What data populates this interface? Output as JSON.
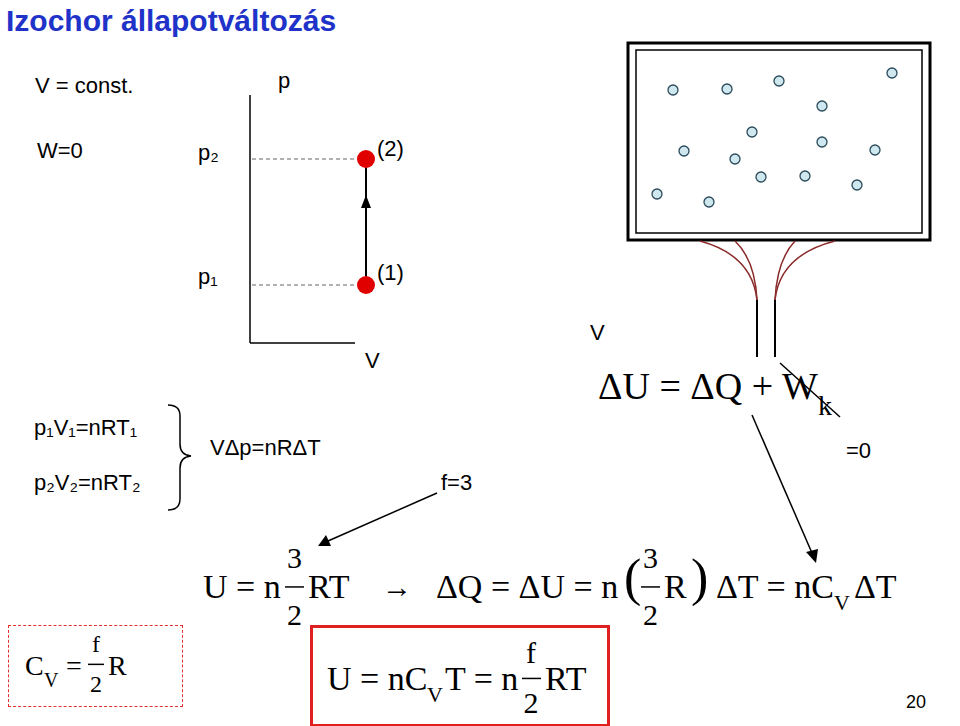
{
  "diagram": {
    "title": "Izochor állapotváltozás",
    "nodes": [
      {
        "text": [
          "C",
          "V",
          "=",
          "f",
          "2",
          "R"
        ]
      },
      {
        "text": [
          "U = nC",
          "V",
          "T = n",
          "f",
          "2",
          "RT"
        ]
      }
    ],
    "labels": [
      "V = const.",
      "p",
      "W=0",
      "p₂",
      "(2)",
      "p₁",
      "(1)",
      "V",
      "V",
      "ΔU = ΔQ + W",
      "k",
      "p₁V₁=nRT₁",
      "p₂V₂=nRT₂",
      "VΔp=nRΔT",
      "f=3",
      "=0",
      "U = n",
      "3",
      "2",
      "RT",
      "→",
      "ΔQ = ΔU = n",
      "(",
      "3",
      "2",
      "R",
      ")",
      "ΔT = nC",
      "V",
      "ΔT",
      "20"
    ]
  }
}
